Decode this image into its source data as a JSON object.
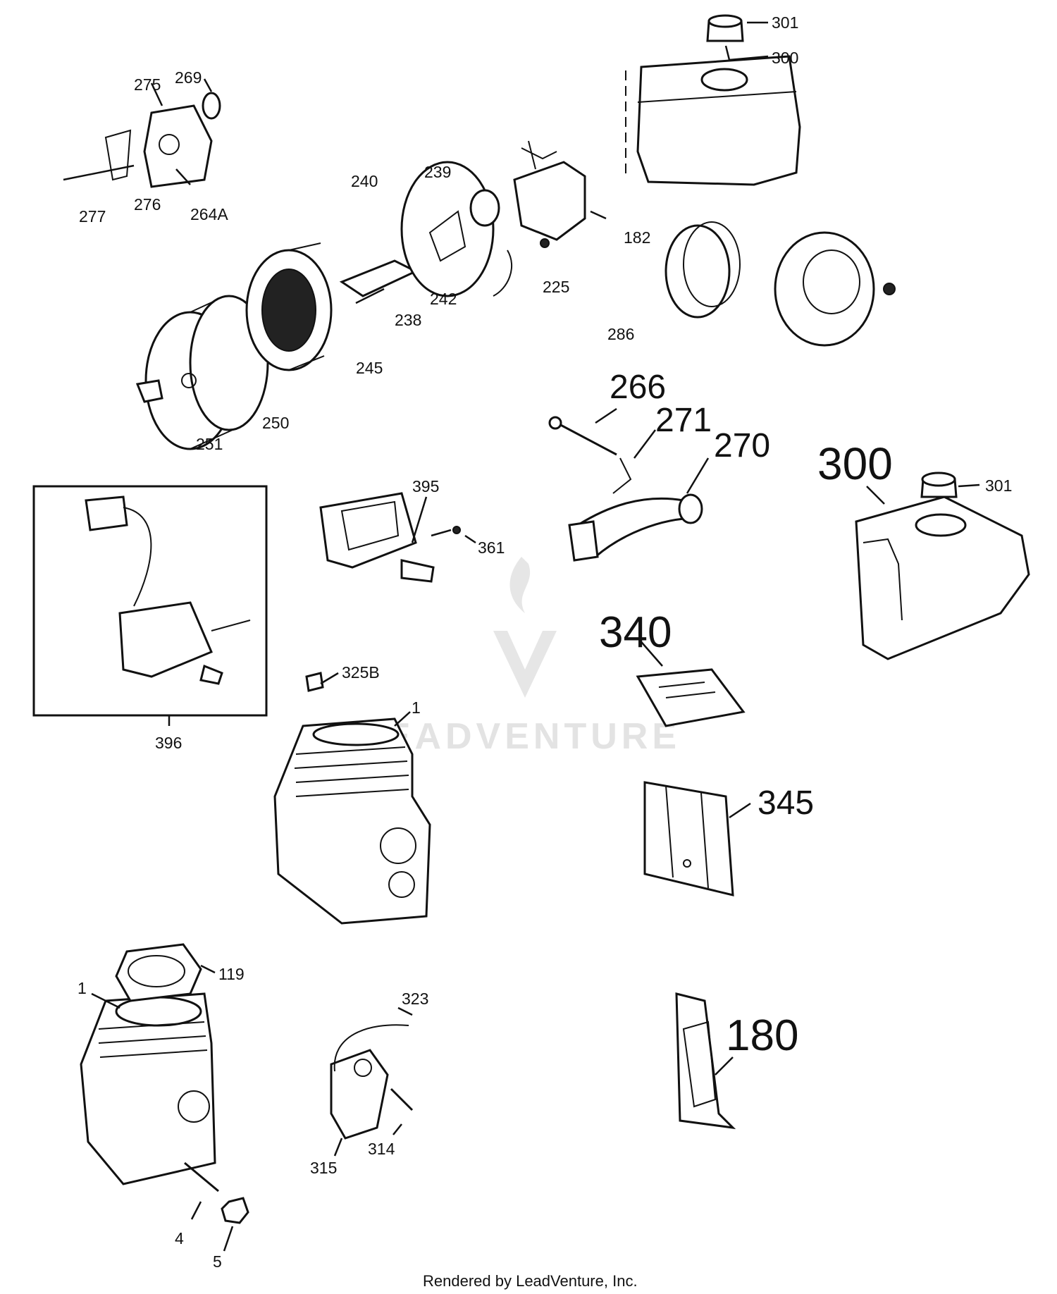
{
  "watermark": {
    "text": "LEADVENTURE"
  },
  "footer": {
    "text": "Rendered by LeadVenture, Inc."
  },
  "callouts": [
    {
      "id": "301a",
      "text": "301"
    },
    {
      "id": "300a",
      "text": "300"
    },
    {
      "id": "275",
      "text": "275"
    },
    {
      "id": "269",
      "text": "269"
    },
    {
      "id": "277",
      "text": "277"
    },
    {
      "id": "276",
      "text": "276"
    },
    {
      "id": "264A",
      "text": "264A"
    },
    {
      "id": "240",
      "text": "240"
    },
    {
      "id": "239",
      "text": "239"
    },
    {
      "id": "182",
      "text": "182"
    },
    {
      "id": "225",
      "text": "225"
    },
    {
      "id": "242",
      "text": "242"
    },
    {
      "id": "238",
      "text": "238"
    },
    {
      "id": "245",
      "text": "245"
    },
    {
      "id": "286",
      "text": "286"
    },
    {
      "id": "250",
      "text": "250"
    },
    {
      "id": "251",
      "text": "251"
    },
    {
      "id": "266",
      "text": "266"
    },
    {
      "id": "271",
      "text": "271"
    },
    {
      "id": "270",
      "text": "270"
    },
    {
      "id": "300b",
      "text": "300"
    },
    {
      "id": "301b",
      "text": "301"
    },
    {
      "id": "395",
      "text": "395"
    },
    {
      "id": "361",
      "text": "361"
    },
    {
      "id": "396",
      "text": "396"
    },
    {
      "id": "340",
      "text": "340"
    },
    {
      "id": "325B",
      "text": "325B"
    },
    {
      "id": "1a",
      "text": "1"
    },
    {
      "id": "345",
      "text": "345"
    },
    {
      "id": "119",
      "text": "119"
    },
    {
      "id": "1b",
      "text": "1"
    },
    {
      "id": "323",
      "text": "323"
    },
    {
      "id": "180",
      "text": "180"
    },
    {
      "id": "314",
      "text": "314"
    },
    {
      "id": "315",
      "text": "315"
    },
    {
      "id": "4",
      "text": "4"
    },
    {
      "id": "5",
      "text": "5"
    }
  ]
}
